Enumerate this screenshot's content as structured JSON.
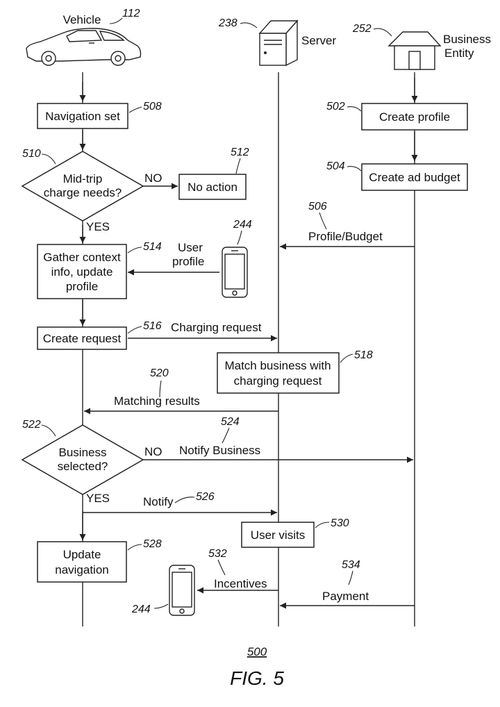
{
  "actors": {
    "vehicle": {
      "label": "Vehicle",
      "ref": "112"
    },
    "server": {
      "label": "Server",
      "ref": "238"
    },
    "business": {
      "label_line1": "Business",
      "label_line2": "Entity",
      "ref": "252"
    }
  },
  "steps": {
    "navigation_set": {
      "label": "Navigation set",
      "ref": "508"
    },
    "charge_decision": {
      "line1": "Mid-trip",
      "line2": "charge needs?",
      "ref": "510",
      "no": "NO",
      "yes": "YES"
    },
    "no_action": {
      "label": "No action",
      "ref": "512"
    },
    "create_profile": {
      "label": "Create profile",
      "ref": "502"
    },
    "create_ad_budget": {
      "label": "Create ad budget",
      "ref": "504"
    },
    "gather_context": {
      "line1": "Gather context",
      "line2": "info, update",
      "line3": "profile",
      "ref": "514"
    },
    "create_request": {
      "label": "Create request",
      "ref": "516"
    },
    "match_business": {
      "line1": "Match business with",
      "line2": "charging request",
      "ref": "518"
    },
    "business_decision": {
      "line1": "Business",
      "line2": "selected?",
      "ref": "522",
      "no": "NO",
      "yes": "YES"
    },
    "user_visits": {
      "label": "User visits",
      "ref": "530"
    },
    "update_navigation": {
      "line1": "Update",
      "line2": "navigation",
      "ref": "528"
    }
  },
  "messages": {
    "profile_budget": {
      "label": "Profile/Budget",
      "ref": "506"
    },
    "user_profile": {
      "line1": "User",
      "line2": "profile"
    },
    "charging_request": {
      "label": "Charging request"
    },
    "matching_results": {
      "label": "Matching results",
      "ref": "520"
    },
    "notify_business": {
      "label": "Notify Business",
      "ref": "524"
    },
    "notify": {
      "label": "Notify",
      "ref": "526"
    },
    "incentives": {
      "label": "Incentives",
      "ref": "532"
    },
    "payment": {
      "label": "Payment",
      "ref": "534"
    }
  },
  "devices": {
    "phone_ref": "244"
  },
  "figure": {
    "number": "500",
    "caption": "FIG. 5"
  }
}
